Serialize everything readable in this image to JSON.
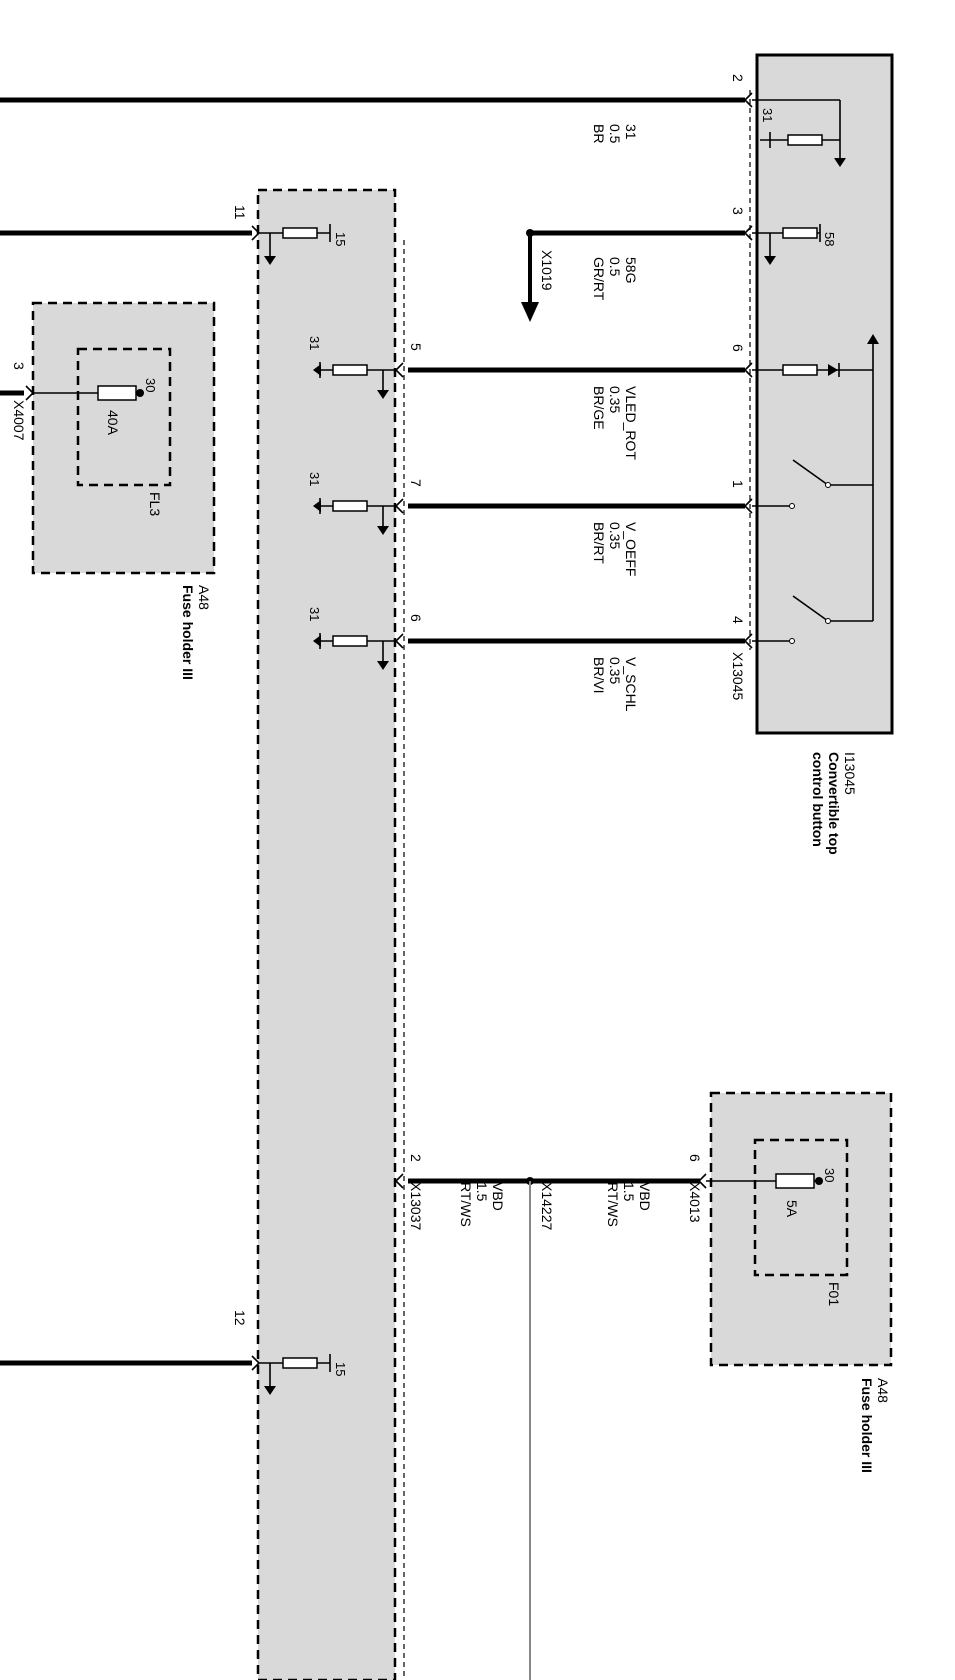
{
  "components": {
    "control_button": {
      "ref": "I13045",
      "name": "Convertible top",
      "name2": "control button",
      "connector": "X13045"
    },
    "fuse_right": {
      "ref": "A48",
      "name": "Fuse holder III",
      "fuse_id": "F01",
      "rating": "5A",
      "terminal": "30",
      "connector": "X4013"
    },
    "fuse_left": {
      "ref": "A48",
      "name": "Fuse holder III",
      "fuse_id": "FL3",
      "rating": "40A",
      "terminal": "30",
      "connector": "X4007"
    }
  },
  "wires": [
    {
      "pin_right": "2",
      "signal": "31",
      "size": "0.5",
      "color": "BR"
    },
    {
      "pin_right": "3",
      "signal": "58G",
      "size": "0.5",
      "color": "GR/RT"
    },
    {
      "pin_right": "6",
      "pin_left": "5",
      "signal": "VLED_ROT",
      "size": "0.35",
      "color": "BR/GE"
    },
    {
      "pin_right": "1",
      "pin_left": "7",
      "signal": "V_OEFF",
      "size": "0.35",
      "color": "BR/RT"
    },
    {
      "pin_right": "4",
      "pin_left": "6",
      "signal": "V_SCHL",
      "size": "0.35",
      "color": "BR/VI"
    },
    {
      "pin_right": "6",
      "pin_left": "2",
      "signal": "VBD",
      "size": "1.5",
      "color": "RT/WS"
    }
  ],
  "pins": {
    "module_11": "11",
    "module_12": "12",
    "fuse_left_pin": "3"
  },
  "terminals": {
    "t31": "31",
    "t15": "15",
    "t58": "58"
  },
  "connectors": {
    "x1019": "X1019",
    "x14227": "X14227",
    "x13037": "X13037"
  }
}
